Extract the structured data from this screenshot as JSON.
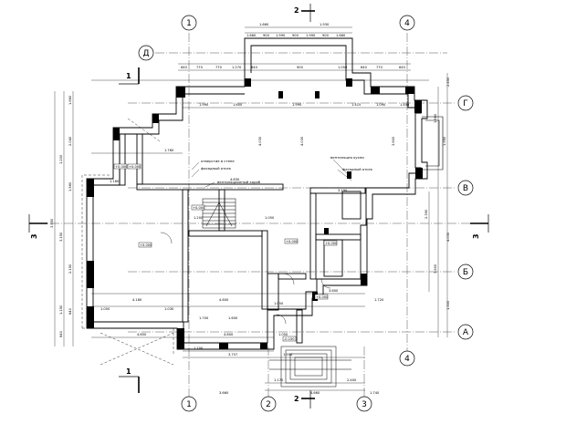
{
  "drawing": {
    "axes_vertical": [
      {
        "id": "ax-1-top",
        "label": "1"
      },
      {
        "id": "ax-4-top",
        "label": "4"
      },
      {
        "id": "ax-1-bottom",
        "label": "1"
      },
      {
        "id": "ax-2-bottom",
        "label": "2"
      },
      {
        "id": "ax-3-bottom",
        "label": "3"
      },
      {
        "id": "ax-4-bottom",
        "label": "4"
      }
    ],
    "axes_horizontal": [
      {
        "id": "ax-D",
        "label": "Д"
      },
      {
        "id": "ax-G",
        "label": "Г"
      },
      {
        "id": "ax-V",
        "label": "В"
      },
      {
        "id": "ax-B",
        "label": "Б"
      },
      {
        "id": "ax-A",
        "label": "А"
      }
    ],
    "sections": [
      {
        "id": "sec-1-top",
        "label": "1"
      },
      {
        "id": "sec-1-bottom",
        "label": "1"
      },
      {
        "id": "sec-2-top",
        "label": "2"
      },
      {
        "id": "sec-2-bottom",
        "label": "2"
      },
      {
        "id": "sec-3-left",
        "label": "3"
      },
      {
        "id": "sec-3-right",
        "label": "3"
      }
    ],
    "notes": [
      {
        "id": "note-1",
        "text": "отверстие в стене"
      },
      {
        "id": "note-2",
        "text": "фасадный отсек"
      },
      {
        "id": "note-3",
        "text": "вентиляция кухни"
      },
      {
        "id": "note-4",
        "text": "фасадный отсек"
      },
      {
        "id": "note-5",
        "text": "вентиляционный короб"
      }
    ],
    "room_tags": [
      {
        "id": "tag-1",
        "text": "+0.000"
      },
      {
        "id": "tag-2",
        "text": "+0.000"
      },
      {
        "id": "tag-3",
        "text": "+0.000"
      },
      {
        "id": "tag-4",
        "text": "+0.000"
      },
      {
        "id": "tag-5",
        "text": "+0.000"
      },
      {
        "id": "tag-6",
        "text": "+0.000"
      },
      {
        "id": "tag-7",
        "text": "-0.150"
      },
      {
        "id": "tag-8",
        "text": "+0.000"
      }
    ],
    "dimensions": {
      "top_row_1": [
        "1.660",
        "1.930"
      ],
      "top_row_2": [
        "1.660",
        "900",
        "1.990",
        "900",
        "1.990",
        "900",
        "1.660"
      ],
      "top_row_3": [
        "640",
        "770",
        "770",
        "1.270",
        "640",
        "900",
        "1.050",
        "640",
        "770",
        "640"
      ],
      "top_row_4": [
        "1.990",
        "1.600",
        "1.990",
        "1.415",
        "1.090",
        "1.440"
      ],
      "mid_row_1": [
        "1.760",
        "1.160",
        "4.830"
      ],
      "mid_row_2": [
        "4.030",
        "4.030",
        "3.600"
      ],
      "mid_row_3": [
        "1.200",
        "1.050",
        "3.190"
      ],
      "lower_row_1": [
        "4.180",
        "4.600",
        "3.600",
        "1.720"
      ],
      "lower_row_2": [
        "1.050",
        "1.030",
        "1.700",
        "1.600",
        "1.050"
      ],
      "bottom_row_1": [
        "1.100",
        "3.757",
        "1.550"
      ],
      "bottom_row_2": [
        "4.850",
        "4.800",
        "1.050"
      ],
      "bottom_row_3": [
        "3.660",
        "4.660",
        "1.740"
      ],
      "bottom_row_4": [
        "1.170",
        "2.400"
      ],
      "left_col": [
        "1.660",
        "2.040",
        "1.200",
        "1.560",
        "3.150",
        "2.150",
        "640",
        "3.550",
        "1.150",
        "640"
      ],
      "right_col": [
        "2.450",
        "1.950",
        "1.660",
        "4.030",
        "2.390",
        "3.600",
        "1.500"
      ]
    }
  }
}
